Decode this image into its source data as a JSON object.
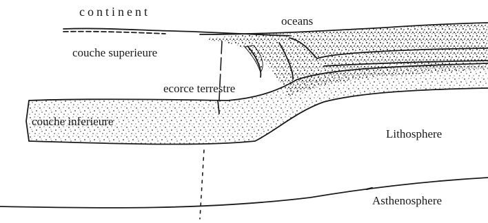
{
  "labels": {
    "continent": "continent",
    "oceans": "oceans",
    "upper_layer": "couche superieure",
    "crust": "ecorce terrestre",
    "lower_layer": "couche inferieure",
    "lithosphere": "Lithosphere",
    "asthenosphere": "Asthenosphere"
  },
  "colors": {
    "ink": "#1a1a1a",
    "speckle": "#333333",
    "background": "#ffffff"
  }
}
